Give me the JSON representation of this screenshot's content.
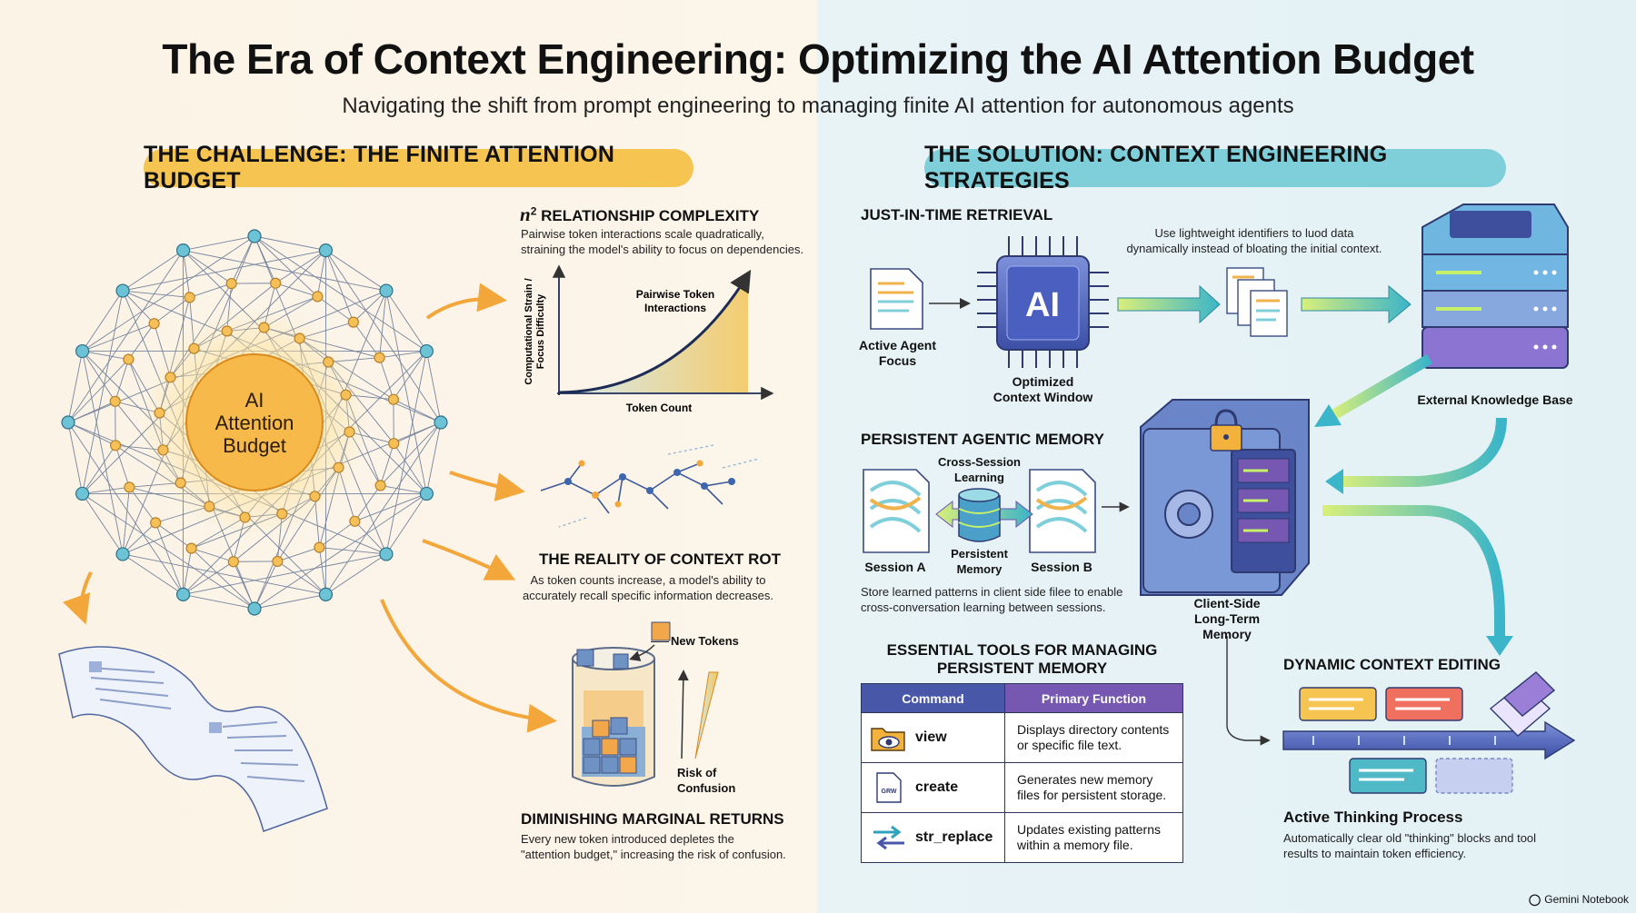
{
  "header": {
    "title": "The Era of Context Engineering: Optimizing the AI Attention Budget",
    "subtitle": "Navigating the shift from prompt engineering to managing finite AI attention for autonomous agents"
  },
  "challenge": {
    "banner": "THE CHALLENGE: THE FINITE ATTENTION BUDGET",
    "core_line1": "AI",
    "core_line2": "Attention",
    "core_line3": "Budget",
    "relationship": {
      "symbol": "n",
      "exponent": "2",
      "heading": "RELATIONSHIP COMPLEXITY",
      "desc1": "Pairwise token interactions scale quadratically,",
      "desc2": "straining the model's ability to focus on dependencies.",
      "chart_curve_label1": "Pairwise Token",
      "chart_curve_label2": "Interactions",
      "chart_ylabel1": "Computational Strain /",
      "chart_ylabel2": "Focus Difficulty",
      "chart_xlabel": "Token Count"
    },
    "context_rot": {
      "heading": "THE REALITY OF CONTEXT ROT",
      "desc1": "As token counts increase, a model's ability to",
      "desc2": "accurately recall specific information decreases."
    },
    "diminishing": {
      "new_tokens": "New Tokens",
      "risk1": "Risk of",
      "risk2": "Confusion",
      "heading": "DIMINISHING MARGINAL RETURNS",
      "desc1": "Every new token introduced depletes the",
      "desc2": "\"attention budget,\" increasing the risk of confusion."
    }
  },
  "solution": {
    "banner": "THE SOLUTION: CONTEXT ENGINEERING STRATEGIES",
    "jit": {
      "heading": "JUST-IN-TIME RETRIEVAL",
      "note1": "Use lightweight identifiers to luod data",
      "note2": "dynamically instead of bloating the initial context.",
      "focus1": "Active Agent",
      "focus2": "Focus",
      "chip_text": "AI",
      "window1": "Optimized",
      "window2": "Context Window",
      "kb": "External Knowledge Base"
    },
    "memory": {
      "heading": "PERSISTENT AGENTIC MEMORY",
      "cross1": "Cross-Session",
      "cross2": "Learning",
      "persist1": "Persistent",
      "persist2": "Memory",
      "session_a": "Session A",
      "session_b": "Session B",
      "desc1": "Store learned patterns in client side filee to enable",
      "desc2": "cross-conversation learning between sessions.",
      "client1": "Client-Side",
      "client2": "Long-Term Memory"
    },
    "tools": {
      "heading1": "ESSENTIAL TOOLS FOR MANAGING",
      "heading2": "PERSISTENT MEMORY",
      "col_command": "Command",
      "col_function": "Primary Function",
      "rows": [
        {
          "cmd": "view",
          "icon": "folder-eye-icon",
          "f1": "Displays directory contents",
          "f2": "or specific file text."
        },
        {
          "cmd": "create",
          "icon": "new-file-icon",
          "icon_text": "GRW",
          "f1": "Generates new memory",
          "f2": "files for persistent storage."
        },
        {
          "cmd": "str_replace",
          "icon": "swap-arrows-icon",
          "f1": "Updates existing patterns",
          "f2": "within a memory file."
        }
      ]
    },
    "dynamic": {
      "heading": "DYNAMIC CONTEXT EDITING",
      "sub": "Active Thinking Process",
      "desc1": "Automatically clear old \"thinking\" blocks and tool",
      "desc2": "results to maintain token efficiency."
    }
  },
  "footer": {
    "brand": "Gemini Notebook"
  },
  "colors": {
    "orange": "#f6c451",
    "teal": "#7fcfdb",
    "navy": "#4957a8",
    "purple": "#7658b2"
  }
}
